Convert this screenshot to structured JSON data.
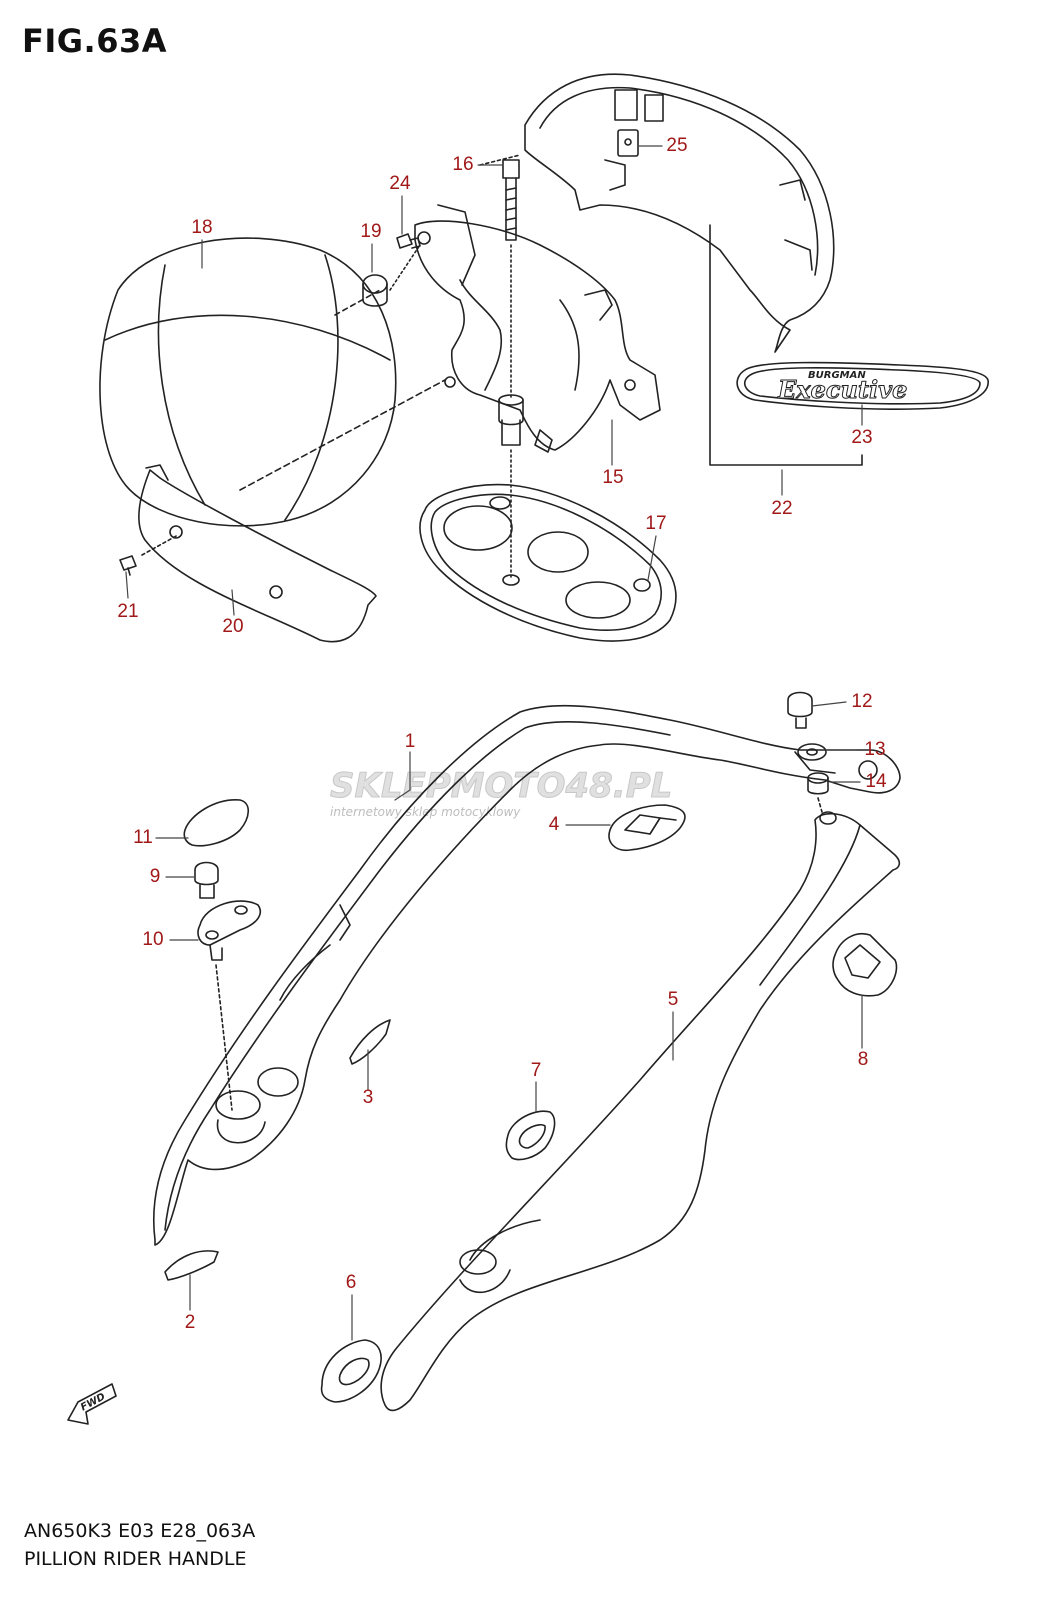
{
  "figure": {
    "title": "FIG.63A",
    "code": "AN650K3 E03 E28_063A",
    "name": "PILLION RIDER HANDLE"
  },
  "watermark": {
    "brand": "SKLEPMOTO48.PL",
    "tagline": "internetowy sklep motocyklowy"
  },
  "emblem": {
    "line1": "BURGMAN",
    "line2": "Executive"
  },
  "badges": {
    "fwd": "FWD"
  },
  "colors": {
    "callout": "#a01818",
    "line": "#222222",
    "watermark": "#c8c8c8"
  },
  "parts": [
    {
      "num": "1"
    },
    {
      "num": "2"
    },
    {
      "num": "3"
    },
    {
      "num": "4"
    },
    {
      "num": "5"
    },
    {
      "num": "6"
    },
    {
      "num": "7"
    },
    {
      "num": "8"
    },
    {
      "num": "9"
    },
    {
      "num": "10"
    },
    {
      "num": "11"
    },
    {
      "num": "12"
    },
    {
      "num": "13"
    },
    {
      "num": "14"
    },
    {
      "num": "15"
    },
    {
      "num": "16"
    },
    {
      "num": "17"
    },
    {
      "num": "18"
    },
    {
      "num": "19"
    },
    {
      "num": "20"
    },
    {
      "num": "21"
    },
    {
      "num": "22"
    },
    {
      "num": "23"
    },
    {
      "num": "24"
    },
    {
      "num": "25"
    }
  ]
}
